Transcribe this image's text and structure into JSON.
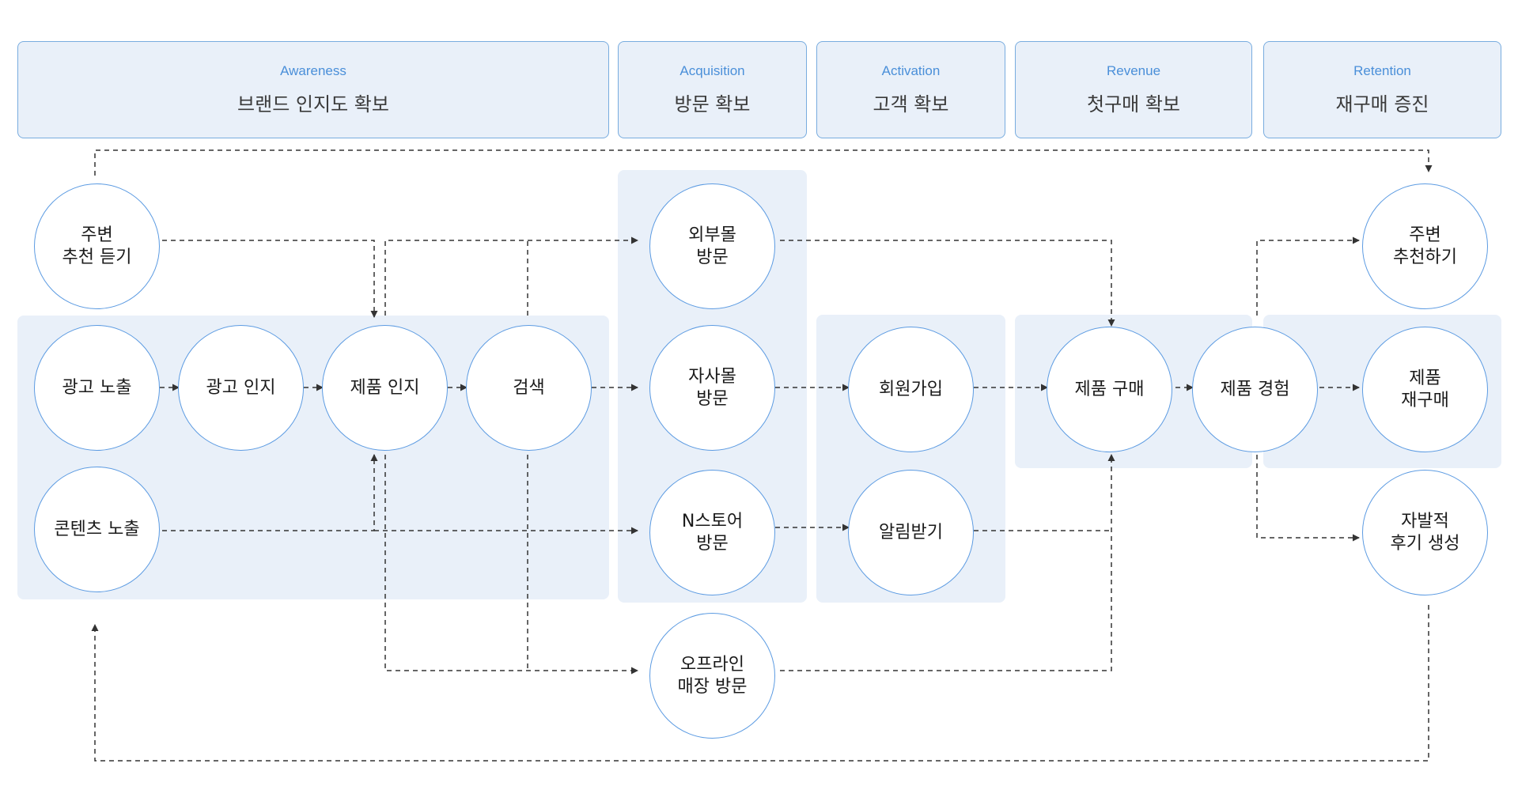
{
  "stages": [
    {
      "en": "Awareness",
      "ko": "브랜드 인지도 확보"
    },
    {
      "en": "Acquisition",
      "ko": "방문 확보"
    },
    {
      "en": "Activation",
      "ko": "고객 확보"
    },
    {
      "en": "Revenue",
      "ko": "첫구매 확보"
    },
    {
      "en": "Retention",
      "ko": "재구매 증진"
    }
  ],
  "nodes": {
    "listen_recommend": "주변\n추천 듣기",
    "ad_exposure": "광고 노출",
    "ad_recognition": "광고 인지",
    "product_recognition": "제품 인지",
    "search": "검색",
    "content_exposure": "콘텐츠 노출",
    "external_mall_visit": "외부몰\n방문",
    "own_mall_visit": "자사몰\n방문",
    "nstore_visit": "N스토어\n방문",
    "offline_store_visit": "오프라인\n매장 방문",
    "signup": "회원가입",
    "notification": "알림받기",
    "product_purchase": "제품 구매",
    "product_experience": "제품 경험",
    "recommend_to_others": "주변\n추천하기",
    "repurchase": "제품\n재구매",
    "voluntary_review": "자발적\n후기 생성"
  },
  "colors": {
    "accent": "#4a8fd9",
    "node_border": "#5c9be2",
    "region_fill": "#e9f0f9",
    "header_border": "#78acdf",
    "connector": "#333333"
  }
}
